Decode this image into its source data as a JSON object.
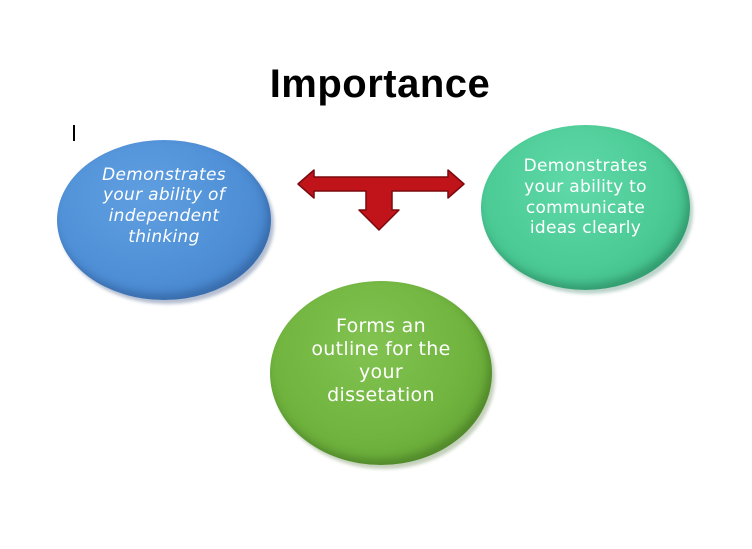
{
  "slide": {
    "title": "Importance",
    "cursor_mark": "I"
  },
  "circles": [
    {
      "id": "left",
      "text": "Demonstrates\nyour ability of\nindependent\nthinking",
      "color": "#4f8fd6"
    },
    {
      "id": "right",
      "text": "Demonstrates\nyour ability to\ncommunicate\nideas clearly",
      "color": "#4ccb96"
    },
    {
      "id": "bottom",
      "text": "Forms an\noutline for the\nyour\ndissetation",
      "color": "#71b43f"
    }
  ],
  "arrow": {
    "shape": "double-headed-horizontal-with-down-branch",
    "fill_color": "#c0141a",
    "stroke_color": "#7a0a0e"
  }
}
